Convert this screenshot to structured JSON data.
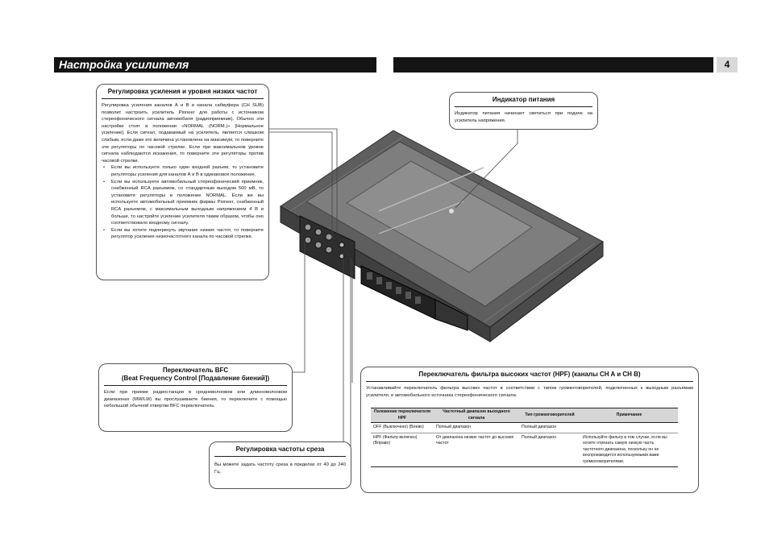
{
  "header": {
    "title": "Настройка усилителя",
    "page_number": "4"
  },
  "gain_box": {
    "title": "Регулировка усиления и уровня низких частот",
    "para": "Регулировка усиления каналов А и В и канала сабвуфера (CH SUB) позволит настроить усилитель Pioneer для работы с источником стереофонического сигнала автомобиля (радиоприемник). Обычно эти настройки стоят в положении «NORMAL (NORM.)» [Нормальное усиление]. Если сигнал, подаваемый на усилитель, является слишком слабым, если даже его величина установлена на максимум, то поверните эти регуляторы по часовой стрелке. Если при максимальном уровне сигнала наблюдаются искажения, то поверните эти регуляторы против часовой стрелки.",
    "bullets": [
      "Если вы используете только один входной разъем, то установите регуляторы усиления для каналов А и В в одинаковое положение.",
      "Если вы используете автомобильный стереофонический приемник, снабженный RCA разъемом, со стандартным выходом 500 мВ, то установите регуляторы в положение NORMAL. Если же вы используете автомобильный приемник фирмы Pioneer, снабженный RCA разъемом, с максимальным выходным напряжением 4 В и больше, то настройте усиление усилителя таким образом, чтобы оно соответствовало входному сигналу.",
      "Если вы хотите подчеркнуть звучание низких частот, то поверните регулятор усиления низкочастотного канала по часовой стрелке."
    ]
  },
  "power_box": {
    "title": "Индикатор питания",
    "text": "Индикатор питания начинает светиться при подаче на усилитель напряжения."
  },
  "bfc_box": {
    "title_line1": "Переключатель BFC",
    "title_line2": "(Beat Frequency Control [Подавление биений])",
    "text": "Если при приеме радиостанции в средневолновом или длинноволновом диапазонах (MW/LW) вы прослушиваете биения, то переключите с помощью небольшой обычной отвертки BFC переключатель."
  },
  "cutoff_box": {
    "title": "Регулировка частоты среза",
    "text": "Вы можете задать частоту среза в пределах от 40 до 240 Гц."
  },
  "hpf_box": {
    "title": "Переключатель фильтра высоких частот (HPF) (каналы CH A и CH B)",
    "text": "Устанавливайте переключатель фильтра высоких частот в соответствии с типом громкоговорителей, подключенных к выходным разъемам усилителя, и автомобильного источника стереофонического сигнала.",
    "table": {
      "headers": [
        "Положение переключателя HPF",
        "Частотный диапазон выходного сигнала",
        "Тип громкоговорителей",
        "Примечание"
      ],
      "rows": [
        [
          "OFF (Выключено) (Влево)",
          "Полный диапазон",
          "Полный диапазон",
          ""
        ],
        [
          "HPF (Фильтр включен) (Вправо)",
          "От диапазона низких частот до высоких частот",
          "Полный диапазон",
          "Используйте фильтр в том случае, если вы хотите отрезать самую низкую часть частотного диапазона, поскольку он не воспроизводится используемыми вами громкоговорителями."
        ]
      ]
    }
  },
  "colors": {
    "header_bg": "#141414",
    "amp_body": "#6b6b6b",
    "amp_top": "#8a8a8a"
  }
}
